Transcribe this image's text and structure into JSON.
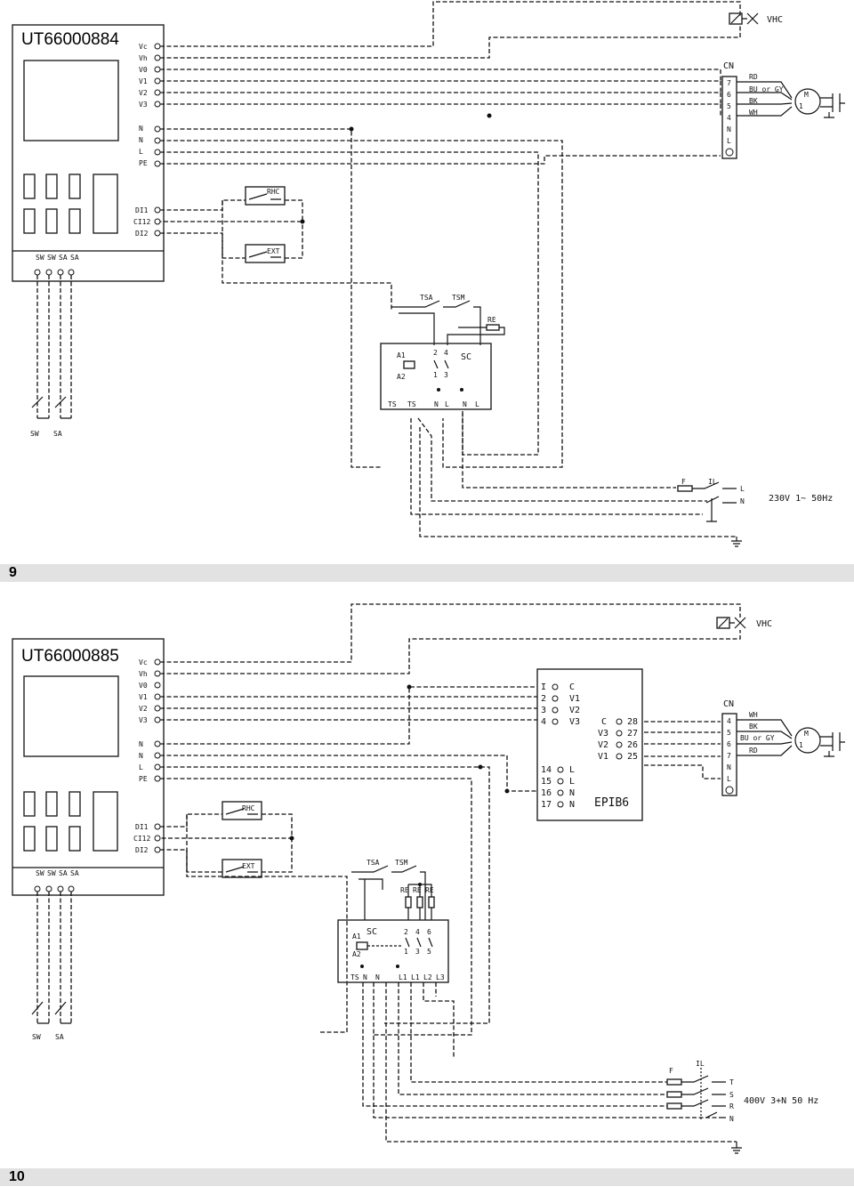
{
  "diagram1": {
    "model_code": "UT66000884",
    "terminals": [
      "Vc",
      "Vh",
      "V0",
      "V1",
      "V2",
      "V3",
      "N",
      "N",
      "L",
      "PE"
    ],
    "inputs": [
      "DI1",
      "CI12",
      "DI2"
    ],
    "switch_labels": [
      "SW",
      "SW",
      "SA",
      "SA"
    ],
    "sensor_labels": [
      "SW",
      "SA"
    ],
    "contacts": [
      "RHC",
      "EXT",
      "TSA",
      "TSM",
      "RE"
    ],
    "valve": "VHC",
    "motor_block": "CN",
    "motor_pins": [
      "7",
      "6",
      "5",
      "4",
      "N",
      "L"
    ],
    "wire_colors": [
      "RD",
      "BU or GY",
      "BK",
      "WH"
    ],
    "motor": "M",
    "motor_phase": "1",
    "contactor": {
      "name": "SC",
      "coil": [
        "A1",
        "A2"
      ],
      "pins_top": [
        "2",
        "4"
      ],
      "pins_bot": [
        "1",
        "3"
      ],
      "terms": [
        "TS",
        "TS",
        "N",
        "L",
        "N",
        "L"
      ]
    },
    "supply": {
      "fuse": "F",
      "switch": "IL",
      "lines": [
        "L",
        "N"
      ],
      "spec": "230V  1~  50Hz"
    }
  },
  "page_number_1": "9",
  "diagram2": {
    "model_code": "UT66000885",
    "terminals": [
      "Vc",
      "Vh",
      "V0",
      "V1",
      "V2",
      "V3",
      "N",
      "N",
      "L",
      "PE"
    ],
    "inputs": [
      "DI1",
      "CI12",
      "DI2"
    ],
    "switch_labels": [
      "SW",
      "SW",
      "SA",
      "SA"
    ],
    "sensor_labels": [
      "SW",
      "SA"
    ],
    "contacts": [
      "RHC",
      "EXT",
      "TSA",
      "TSM",
      "RE",
      "RE",
      "RE"
    ],
    "valve": "VHC",
    "module": {
      "name": "EPIB6",
      "left_rows": [
        [
          "I",
          "C"
        ],
        [
          "2",
          "V1"
        ],
        [
          "3",
          "V2"
        ],
        [
          "4",
          "V3"
        ]
      ],
      "mid_rows": [
        [
          "C",
          "28"
        ],
        [
          "V3",
          "27"
        ],
        [
          "V2",
          "26"
        ],
        [
          "V1",
          "25"
        ]
      ],
      "bottom_rows": [
        [
          "14",
          "L"
        ],
        [
          "15",
          "L"
        ],
        [
          "16",
          "N"
        ],
        [
          "17",
          "N"
        ]
      ]
    },
    "motor_block": "CN",
    "motor_pins": [
      "4",
      "5",
      "6",
      "7",
      "N",
      "L"
    ],
    "wire_colors": [
      "WH",
      "BK",
      "BU or GY",
      "RD"
    ],
    "motor": "M",
    "motor_phase": "1",
    "contactor": {
      "name": "SC",
      "coil": [
        "A1",
        "A2"
      ],
      "pins_top": [
        "2",
        "4",
        "6"
      ],
      "pins_bot": [
        "1",
        "3",
        "5"
      ],
      "terms": [
        "TS",
        "N",
        "N",
        "L1",
        "L1",
        "L2",
        "L3"
      ]
    },
    "supply": {
      "fuse": "F",
      "switch": "IL",
      "lines": [
        "T",
        "S",
        "R",
        "N"
      ],
      "spec": "400V  3+N  50 Hz"
    }
  },
  "page_number_2": "10"
}
